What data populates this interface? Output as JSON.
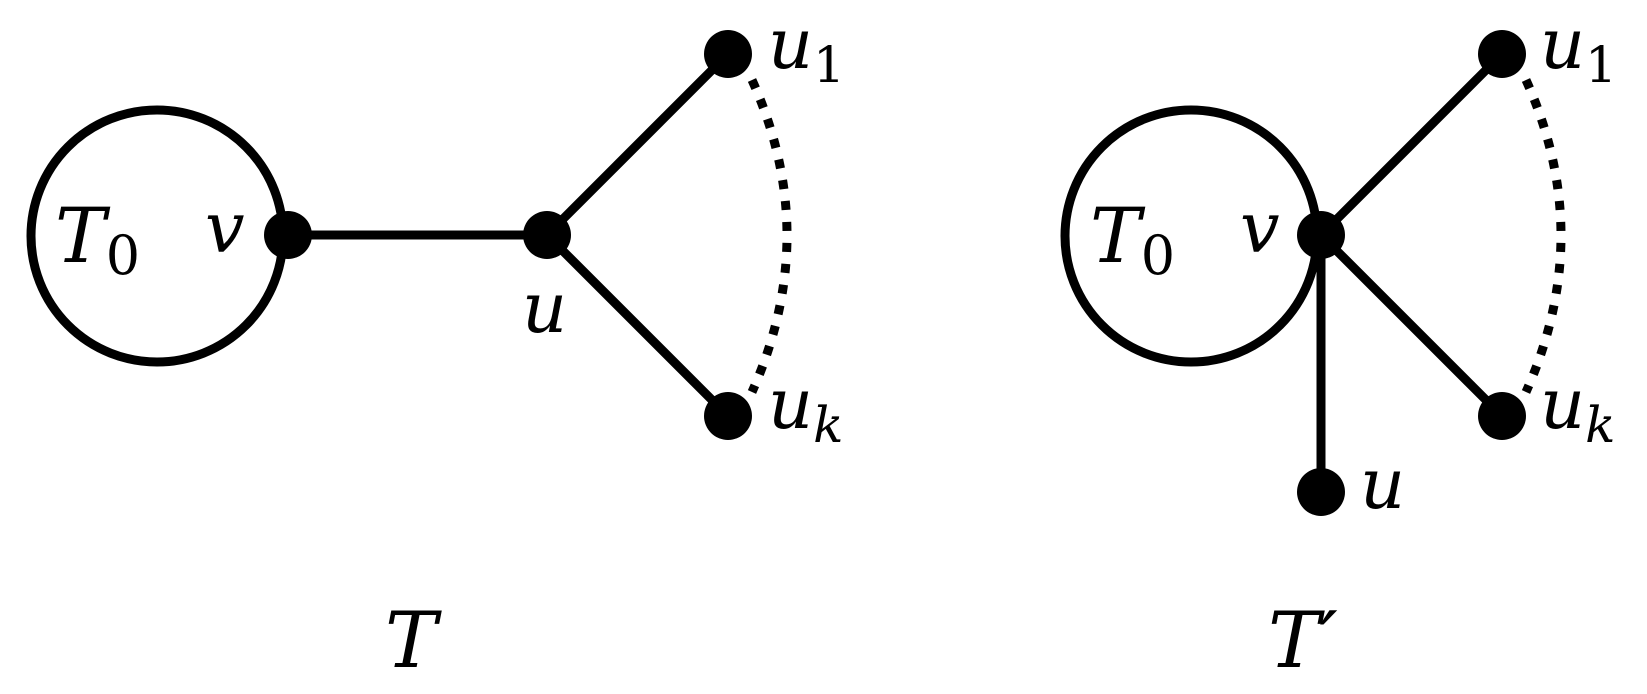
{
  "left_tree": {
    "caption": "T",
    "subtree_label": "T",
    "subtree_label_sub": "0",
    "vertex_v": "v",
    "vertex_u": "u",
    "leaf_first": "u",
    "leaf_first_sub": "1",
    "leaf_last": "u",
    "leaf_last_sub": "k"
  },
  "right_tree": {
    "caption": "T′",
    "subtree_label": "T",
    "subtree_label_sub": "0",
    "vertex_v": "v",
    "vertex_u": "u",
    "leaf_first": "u",
    "leaf_first_sub": "1",
    "leaf_last": "u",
    "leaf_last_sub": "k"
  }
}
